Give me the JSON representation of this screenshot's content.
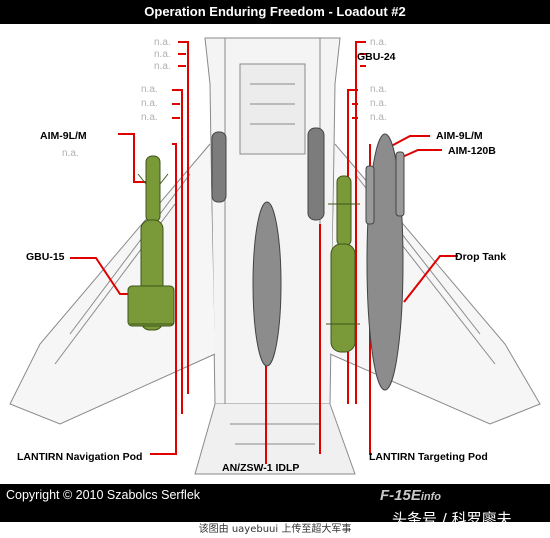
{
  "title": "Operation Enduring Freedom - Loadout #2",
  "copyright": "Copyright © 2010 Szabolcs Serflek",
  "brand": {
    "main": "F-15E",
    "suffix": "info"
  },
  "watermark": "该图由 uayebuui 上传至超大军事",
  "credit_overlay": "头条号 / 科罗廖夫",
  "colors": {
    "leader_line": "#e00000",
    "weapon_green": "#7a9a3a",
    "tank_grey": "#8c8c8c",
    "background": "#ffffff"
  },
  "not_available": "n.a.",
  "stations": {
    "left_wing_top": "AIM-9L/M",
    "left_wing_lower": "n.a.",
    "left_wing_main": "GBU-15",
    "centerline": "AN/ZSW-1 IDLP",
    "left_fuselage": "LANTIRN Navigation Pod",
    "right_fuselage": "LANTIRN Targeting Pod",
    "right_wing_top": "AIM-9L/M",
    "right_wing_lower": "AIM-120B",
    "right_wing_main": "Drop Tank",
    "conformal_right_top": "GBU-24"
  }
}
